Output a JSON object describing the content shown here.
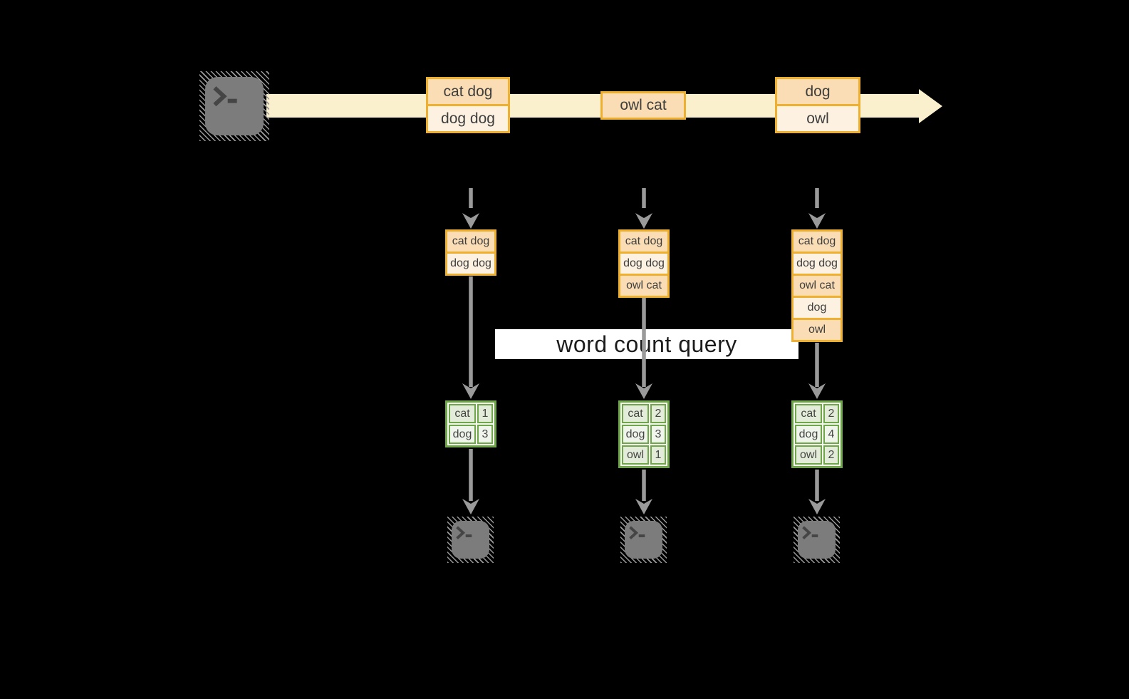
{
  "diagram": {
    "query_label": "word count query",
    "stream": {
      "source_icon": "terminal-icon",
      "batches": [
        {
          "rows": [
            "cat dog",
            "dog dog"
          ]
        },
        {
          "rows": [
            "owl cat"
          ]
        },
        {
          "rows": [
            "dog",
            "owl"
          ]
        }
      ]
    },
    "columns": [
      {
        "stack": [
          "cat dog",
          "dog dog"
        ],
        "counts": [
          {
            "word": "cat",
            "count": "1"
          },
          {
            "word": "dog",
            "count": "3"
          }
        ]
      },
      {
        "stack": [
          "cat dog",
          "dog dog",
          "owl cat"
        ],
        "counts": [
          {
            "word": "cat",
            "count": "2"
          },
          {
            "word": "dog",
            "count": "3"
          },
          {
            "word": "owl",
            "count": "1"
          }
        ]
      },
      {
        "stack": [
          "cat dog",
          "dog dog",
          "owl cat",
          "dog",
          "owl"
        ],
        "counts": [
          {
            "word": "cat",
            "count": "2"
          },
          {
            "word": "dog",
            "count": "4"
          },
          {
            "word": "owl",
            "count": "2"
          }
        ]
      }
    ],
    "colors": {
      "background": "#000000",
      "stream_band": "#FAF0CE",
      "box_border": "#F0B02F",
      "box_fill_peach": "#FADDB5",
      "box_fill_cream": "#FDF1E1",
      "table_border": "#6FA64A",
      "cell_fill_dark": "#E3ECD8",
      "cell_fill_light": "#F0F5EB",
      "arrow_gray": "#9A9A9A",
      "terminal_gray": "#7C7C7C",
      "label_background": "#FFFFFF"
    }
  }
}
